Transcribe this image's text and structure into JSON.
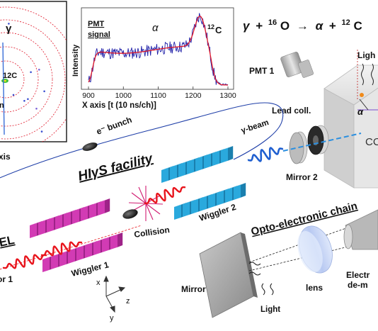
{
  "equation": {
    "gamma": "γ",
    "plus1": "+",
    "o_mass": "16",
    "o_sym": "O",
    "arrow": "→",
    "alpha": "α",
    "plus2": "+",
    "c_mass": "12",
    "c_sym": "C"
  },
  "inset_left": {
    "gamma_label": "γ",
    "c_label": "12C",
    "partial_n": "n",
    "partial_axis": "xis"
  },
  "pmt_inset": {
    "signal_line1": "PMT",
    "signal_line2": "signal",
    "alpha_label": "α",
    "c12_mass": "12",
    "c12_sym": "C",
    "ylabel": "Intensity",
    "xlabel": "X axis [t (10 ns/ch)]",
    "xticks": [
      "900",
      "1000",
      "1100",
      "1200",
      "1300"
    ],
    "line_color": "#1f1fa8",
    "fit_color": "#e0182a"
  },
  "labels": {
    "pmt1": "PMT 1",
    "lead_coll": "Lead coll.",
    "light_top": "Ligh",
    "alpha_chamber": "α",
    "chamber": "CC",
    "e_bunch": "e⁻ bunch",
    "gamma_beam": "γ-beam",
    "facility": "HIγS facility",
    "mirror2": "Mirror 2",
    "wiggler2": "Wiggler 2",
    "collision": "Collision",
    "wiggler1": "Wiggler 1",
    "fel": "EL",
    "mirror1": "or 1",
    "opto": "Opto-electronic chain",
    "lens": "lens",
    "electro1": "Electr",
    "electro2": "de-m",
    "mirror": "Mirror",
    "light_bottom": "Light",
    "axis_x": "x",
    "axis_z": "z",
    "axis_y": "y"
  },
  "colors": {
    "wiggler_blue": "#2aa9dd",
    "wiggler_magenta": "#d23bb4",
    "beam_red": "#e8141c",
    "beam_blue": "#1f5fd0"
  }
}
